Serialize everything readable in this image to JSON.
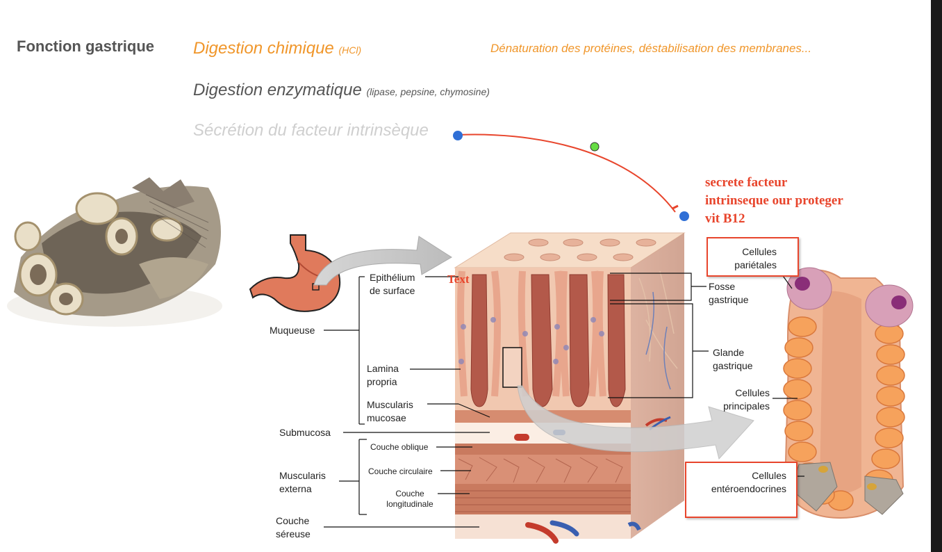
{
  "slide": {
    "title": "Fonction gastrique",
    "item1": {
      "main": "Digestion chimique",
      "sub": "(HCl)"
    },
    "item1_note": "Dénaturation des protéines, déstabilisation des membranes...",
    "item2": {
      "main": "Digestion enzymatique",
      "sub": "(lipase, pepsine, chymosine)"
    },
    "item3": {
      "main": "Sécrétion du facteur intrinsèque"
    },
    "annotation": [
      "secrete facteur",
      "intrinseque our proteger",
      "vit B12"
    ],
    "stray_text": "Text"
  },
  "diagram_labels": {
    "epithelium": [
      "Epithélium",
      "de surface"
    ],
    "muqueuse": "Muqueuse",
    "lamina": [
      "Lamina",
      "propria"
    ],
    "muscularis_mucosae": [
      "Muscularis",
      "mucosae"
    ],
    "submucosa": "Submucosa",
    "couche_oblique": "Couche oblique",
    "couche_circulaire": "Couche circulaire",
    "couche_longitudinale": [
      "Couche",
      "longitudinale"
    ],
    "muscularis_externa": [
      "Muscularis",
      "externa"
    ],
    "couche_sereuse": [
      "Couche",
      "séreuse"
    ],
    "fosse": [
      "Fosse",
      "gastrique"
    ],
    "glande": [
      "Glande",
      "gastrique"
    ],
    "parietales": [
      "Cellules",
      "pariétales"
    ],
    "principales": [
      "Cellules",
      "principales"
    ],
    "enteroendocrines": [
      "Cellules",
      "entéroendocrines"
    ]
  },
  "colors": {
    "accent_orange": "#f0962a",
    "annotation_red": "#e8452c",
    "connector_dot": "#2f6fd6",
    "connector_mid": "#66dd44",
    "tissue_pink": "#e9a58e",
    "tissue_dark": "#b3594a",
    "muscle": "#c97a5f",
    "serosa": "#f6dccd"
  },
  "icons": [
    "stomach-icon",
    "tripe-photo"
  ]
}
